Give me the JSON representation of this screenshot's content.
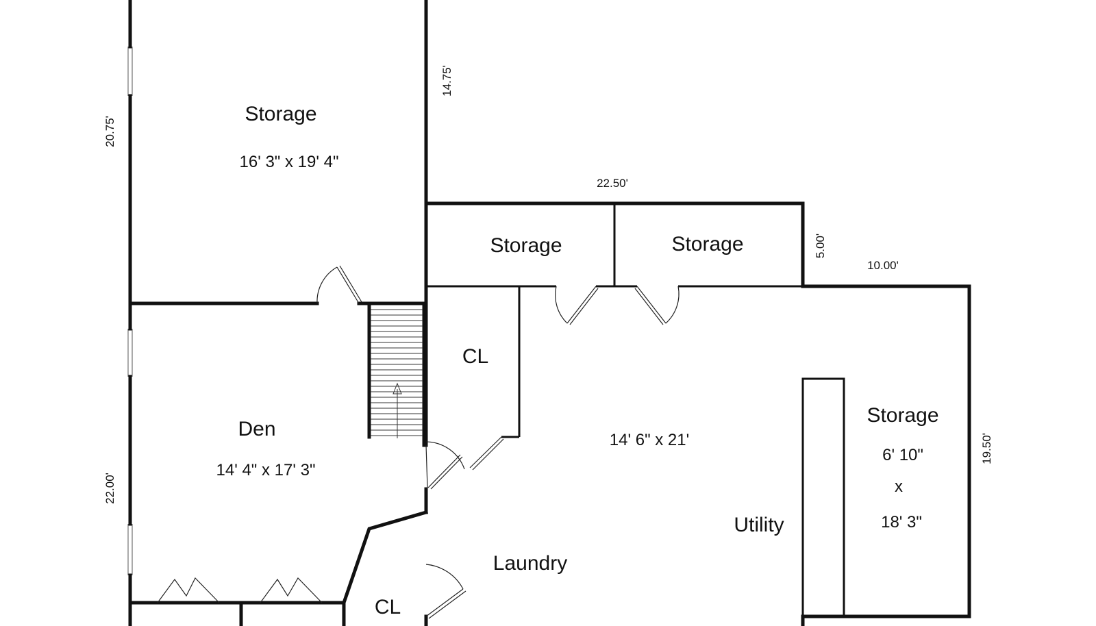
{
  "rooms": {
    "storage_top": {
      "name": "Storage",
      "size": "16' 3\" x 19' 4\""
    },
    "storage_mid_left": {
      "name": "Storage"
    },
    "storage_mid_right": {
      "name": "Storage"
    },
    "closet_center": {
      "name": "CL"
    },
    "den": {
      "name": "Den",
      "size": "14' 4\" x 17' 3\""
    },
    "utility_area": {
      "size": "14' 6\" x 21'",
      "laundry": "Laundry",
      "utility": "Utility"
    },
    "storage_right": {
      "name": "Storage",
      "size_w": "6' 10\"",
      "size_x": "x",
      "size_h": "18' 3\""
    },
    "closet_bottom": {
      "name": "CL"
    }
  },
  "measurements": {
    "left_upper": "20.75'",
    "left_lower": "22.00'",
    "top_vertical": "14.75'",
    "top_horizontal": "22.50'",
    "step_vertical": "5.00'",
    "step_horizontal": "10.00'",
    "right_vertical": "19.50'"
  }
}
